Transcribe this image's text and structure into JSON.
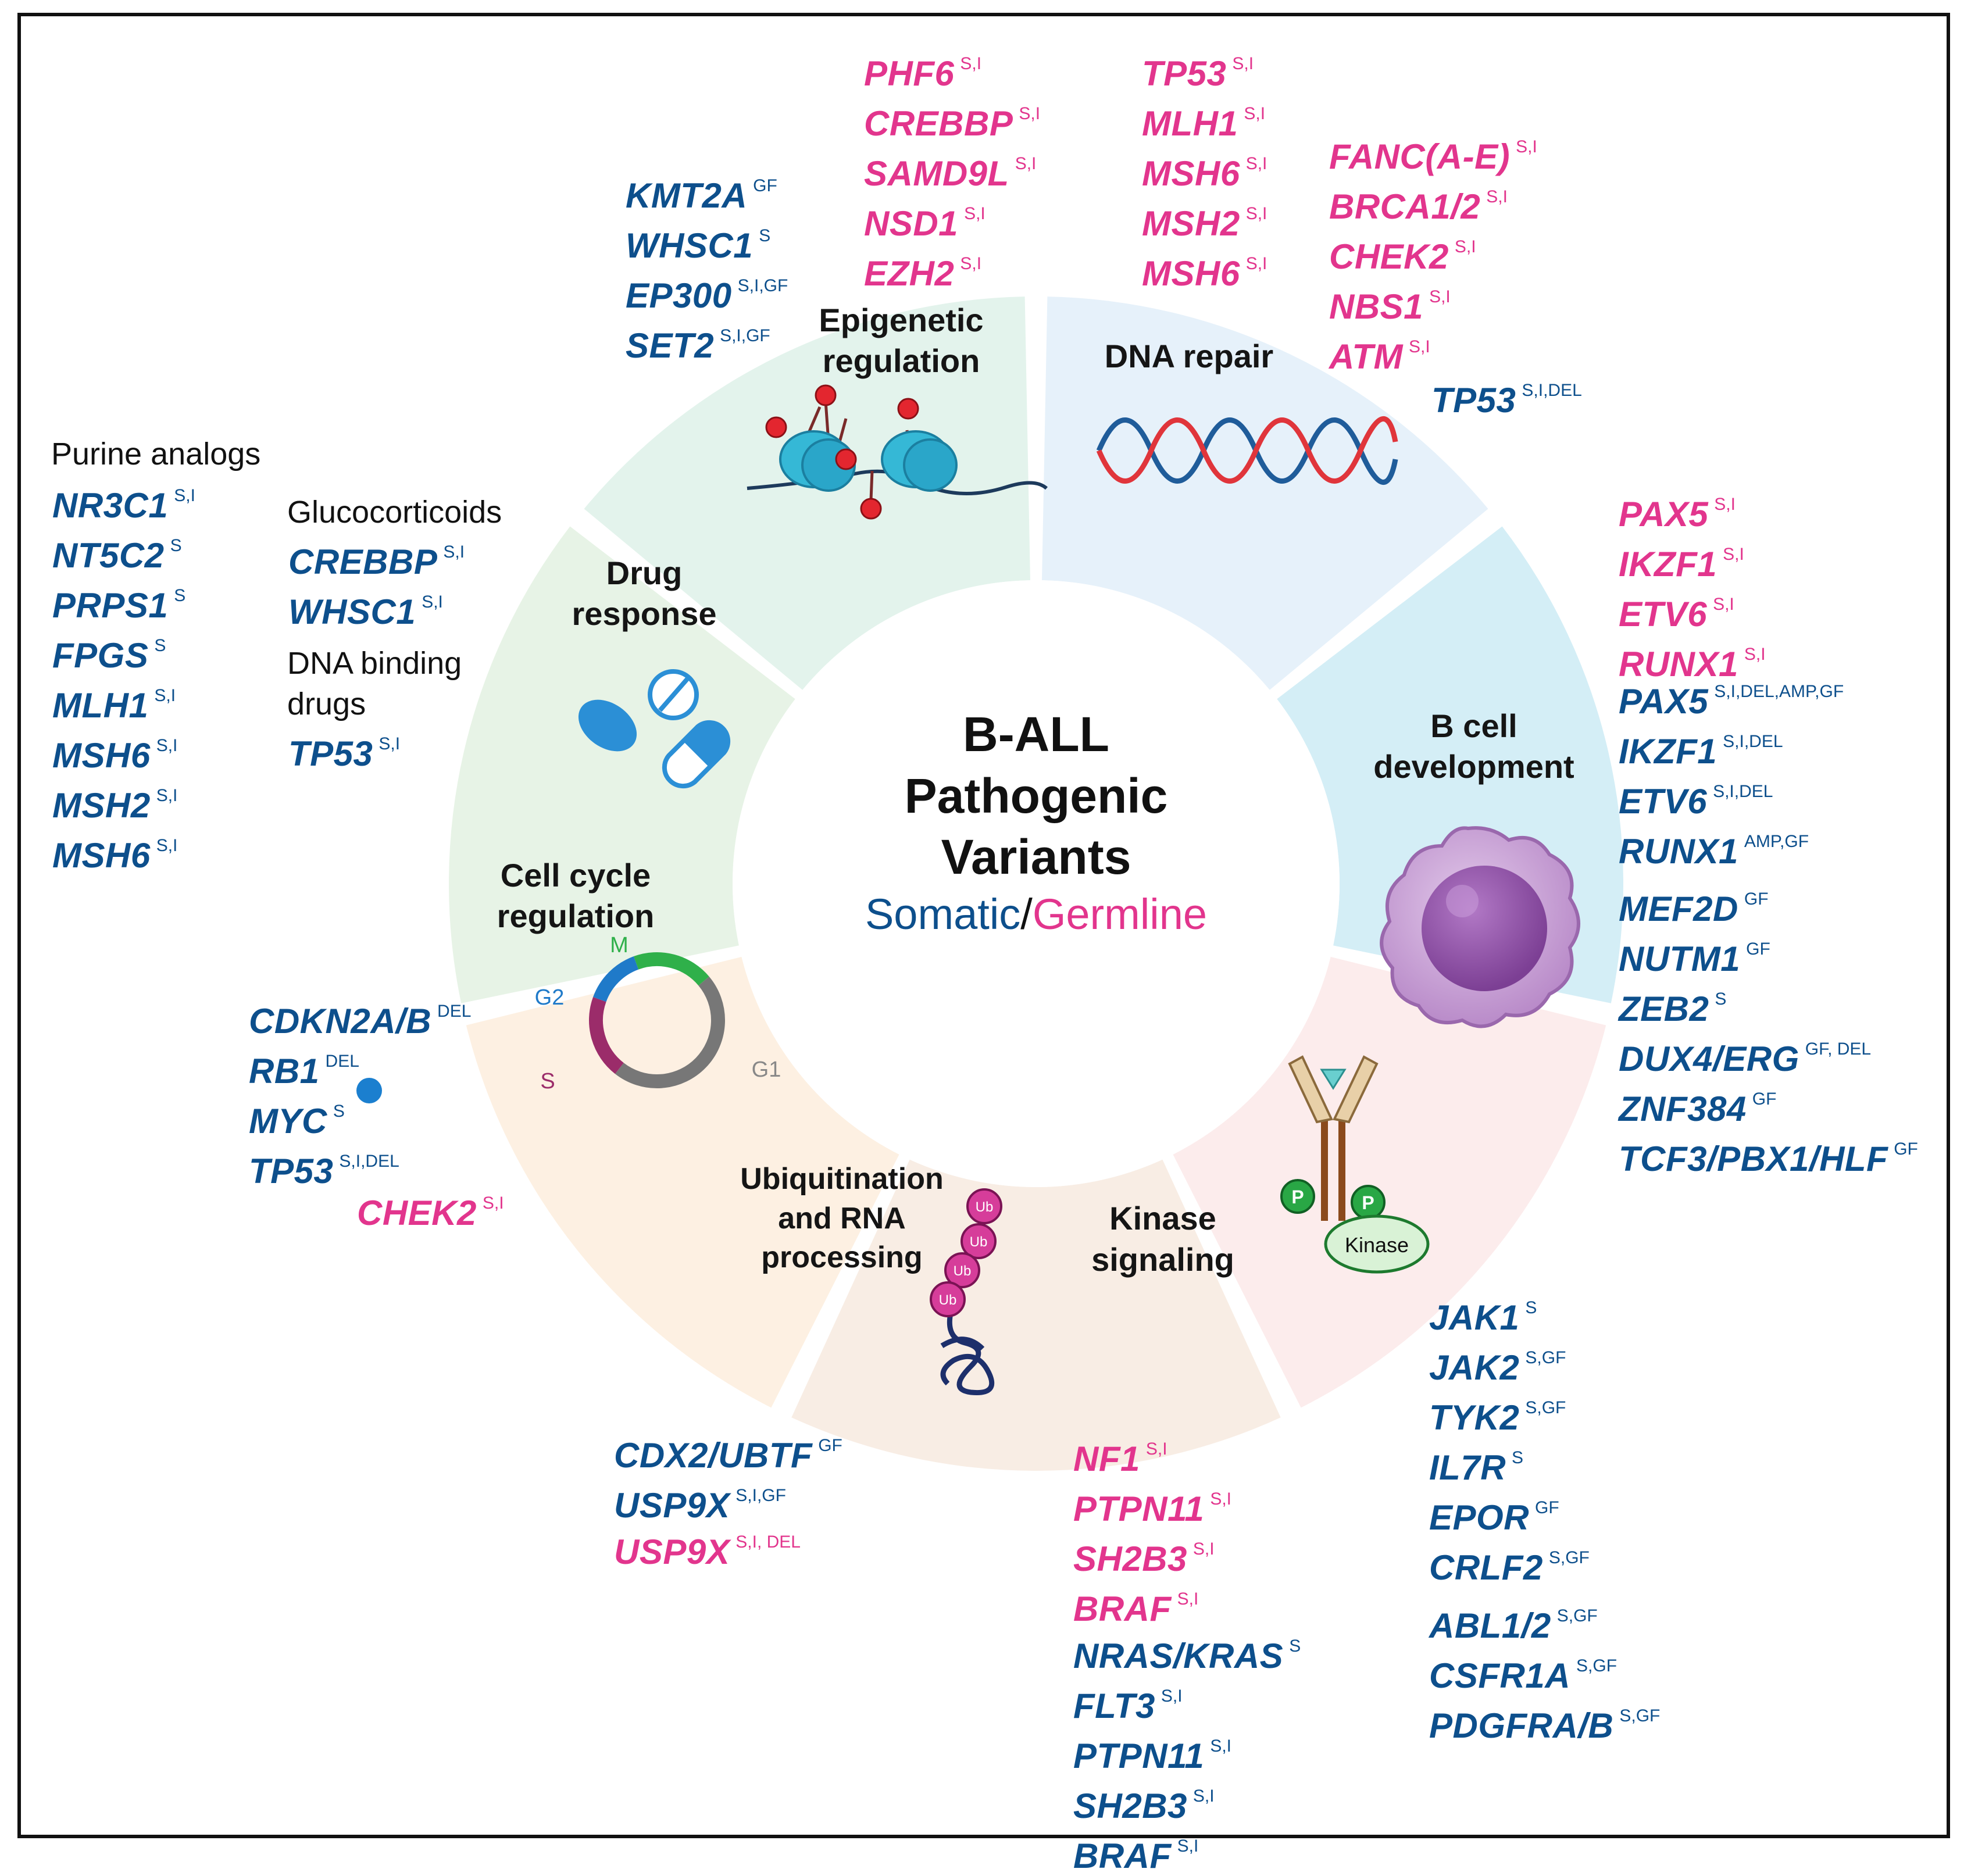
{
  "title": [
    "B-ALL",
    "Pathogenic",
    "Variants"
  ],
  "subtitle": {
    "somatic": "Somatic",
    "separator": "/",
    "germline": "Germline"
  },
  "colors": {
    "somatic": "#0d4f8c",
    "germline": "#e2358d"
  },
  "categories": {
    "epigenetic": {
      "label": [
        "Epigenetic",
        "regulation"
      ],
      "color": "#e3f3ec",
      "icon": "nucleosome-icon"
    },
    "dna_repair": {
      "label": [
        "DNA repair"
      ],
      "color": "#e6f1fa",
      "icon": "dna-helix-icon"
    },
    "b_cell": {
      "label": [
        "B cell",
        "development"
      ],
      "color": "#d4eef6",
      "icon": "b-cell-icon"
    },
    "kinase": {
      "label": [
        "Kinase",
        "signaling"
      ],
      "color": "#fcecec",
      "icon": "receptor-kinase-icon",
      "kinase_text": "Kinase",
      "p_text": "P"
    },
    "ubiquitination": {
      "label": [
        "Ubiquitination",
        "and RNA",
        "processing"
      ],
      "color": "#f8ede4",
      "icon": "ubiquitin-rna-icon",
      "ub_text": "Ub"
    },
    "cell_cycle": {
      "label": [
        "Cell cycle",
        "regulation"
      ],
      "color": "#fdf0e2",
      "icon": "cell-cycle-icon",
      "phases": [
        "M",
        "G2",
        "S",
        "G1"
      ]
    },
    "drug_response": {
      "label": [
        "Drug",
        "response"
      ],
      "color": "#e7f3e6",
      "icon": "pills-icon"
    }
  },
  "headings": {
    "purine": "Purine analogs",
    "glucocorticoids": "Glucocorticoids",
    "dna_binding": [
      "DNA binding",
      "drugs"
    ]
  },
  "gene_groups": [
    {
      "id": "purine-analogs",
      "genes": [
        {
          "name": "NR3C1",
          "sup": "S,I",
          "type": "som"
        },
        {
          "name": "NT5C2",
          "sup": "S",
          "type": "som"
        },
        {
          "name": "PRPS1",
          "sup": "S",
          "type": "som"
        },
        {
          "name": "FPGS",
          "sup": "S",
          "type": "som"
        },
        {
          "name": "MLH1",
          "sup": "S,I",
          "type": "som"
        },
        {
          "name": "MSH6",
          "sup": "S,I",
          "type": "som"
        },
        {
          "name": "MSH2",
          "sup": "S,I",
          "type": "som"
        },
        {
          "name": "MSH6",
          "sup": "S,I",
          "type": "som"
        }
      ]
    },
    {
      "id": "glucocorticoids",
      "genes": [
        {
          "name": "CREBBP",
          "sup": "S,I",
          "type": "som"
        },
        {
          "name": "WHSC1",
          "sup": "S,I",
          "type": "som"
        }
      ]
    },
    {
      "id": "dna-binding",
      "genes": [
        {
          "name": "TP53",
          "sup": "S,I",
          "type": "som"
        }
      ]
    },
    {
      "id": "epigenetic-somatic",
      "genes": [
        {
          "name": "KMT2A",
          "sup": "GF",
          "type": "som"
        },
        {
          "name": "WHSC1",
          "sup": "S",
          "type": "som"
        },
        {
          "name": "EP300",
          "sup": "S,I,GF",
          "type": "som"
        },
        {
          "name": "SET2",
          "sup": "S,I,GF",
          "type": "som"
        }
      ]
    },
    {
      "id": "epigenetic-germline",
      "genes": [
        {
          "name": "PHF6",
          "sup": "S,I",
          "type": "germ"
        },
        {
          "name": "CREBBP",
          "sup": "S,I",
          "type": "germ"
        },
        {
          "name": "SAMD9L",
          "sup": "S,I",
          "type": "germ"
        },
        {
          "name": "NSD1",
          "sup": "S,I",
          "type": "germ"
        },
        {
          "name": "EZH2",
          "sup": "S,I",
          "type": "germ"
        }
      ]
    },
    {
      "id": "dna-repair-germline-a",
      "genes": [
        {
          "name": "TP53",
          "sup": "S,I",
          "type": "germ"
        },
        {
          "name": "MLH1",
          "sup": "S,I",
          "type": "germ"
        },
        {
          "name": "MSH6",
          "sup": "S,I",
          "type": "germ"
        },
        {
          "name": "MSH2",
          "sup": "S,I",
          "type": "germ"
        },
        {
          "name": "MSH6",
          "sup": "S,I",
          "type": "germ"
        }
      ]
    },
    {
      "id": "dna-repair-germline-b",
      "genes": [
        {
          "name": "FANC(A-E)",
          "sup": "S,I",
          "type": "germ"
        },
        {
          "name": "BRCA1/2",
          "sup": "S,I",
          "type": "germ"
        },
        {
          "name": "CHEK2",
          "sup": "S,I",
          "type": "germ"
        },
        {
          "name": "NBS1",
          "sup": "S,I",
          "type": "germ"
        },
        {
          "name": "ATM",
          "sup": "S,I",
          "type": "germ"
        }
      ]
    },
    {
      "id": "dna-repair-somatic",
      "genes": [
        {
          "name": "TP53",
          "sup": "S,I,DEL",
          "type": "som"
        }
      ]
    },
    {
      "id": "b-cell-germline",
      "genes": [
        {
          "name": "PAX5",
          "sup": "S,I",
          "type": "germ"
        },
        {
          "name": "IKZF1",
          "sup": "S,I",
          "type": "germ"
        },
        {
          "name": "ETV6",
          "sup": "S,I",
          "type": "germ"
        },
        {
          "name": "RUNX1",
          "sup": "S,I",
          "type": "germ"
        }
      ]
    },
    {
      "id": "b-cell-somatic-a",
      "genes": [
        {
          "name": "PAX5",
          "sup": "S,I,DEL,AMP,GF",
          "type": "som"
        },
        {
          "name": "IKZF1",
          "sup": "S,I,DEL",
          "type": "som"
        },
        {
          "name": "ETV6",
          "sup": "S,I,DEL",
          "type": "som"
        },
        {
          "name": "RUNX1",
          "sup": "AMP,GF",
          "type": "som"
        }
      ]
    },
    {
      "id": "b-cell-somatic-b",
      "genes": [
        {
          "name": "MEF2D",
          "sup": "GF",
          "type": "som"
        },
        {
          "name": "NUTM1",
          "sup": "GF",
          "type": "som"
        },
        {
          "name": "ZEB2",
          "sup": "S",
          "type": "som"
        },
        {
          "name": "DUX4/ERG",
          "sup": "GF, DEL",
          "type": "som"
        },
        {
          "name": "ZNF384",
          "sup": "GF",
          "type": "som"
        },
        {
          "name": "TCF3/PBX1/HLF",
          "sup": "GF",
          "type": "som"
        }
      ]
    },
    {
      "id": "kinase-somatic-a",
      "genes": [
        {
          "name": "JAK1",
          "sup": "S",
          "type": "som"
        },
        {
          "name": "JAK2",
          "sup": "S,GF",
          "type": "som"
        },
        {
          "name": "TYK2",
          "sup": "S,GF",
          "type": "som"
        },
        {
          "name": "IL7R",
          "sup": "S",
          "type": "som"
        },
        {
          "name": "EPOR",
          "sup": "GF",
          "type": "som"
        },
        {
          "name": "CRLF2",
          "sup": "S,GF",
          "type": "som"
        }
      ]
    },
    {
      "id": "kinase-somatic-b",
      "genes": [
        {
          "name": "ABL1/2",
          "sup": "S,GF",
          "type": "som"
        },
        {
          "name": "CSFR1A",
          "sup": "S,GF",
          "type": "som"
        },
        {
          "name": "PDGFRA/B",
          "sup": "S,GF",
          "type": "som"
        }
      ]
    },
    {
      "id": "kinase-germline",
      "genes": [
        {
          "name": "NF1",
          "sup": "S,I",
          "type": "germ"
        },
        {
          "name": "PTPN11",
          "sup": "S,I",
          "type": "germ"
        },
        {
          "name": "SH2B3",
          "sup": "S,I",
          "type": "germ"
        },
        {
          "name": "BRAF",
          "sup": "S,I",
          "type": "germ"
        }
      ]
    },
    {
      "id": "kinase-somatic-c",
      "genes": [
        {
          "name": "NRAS/KRAS",
          "sup": "S",
          "type": "som"
        },
        {
          "name": "FLT3",
          "sup": "S,I",
          "type": "som"
        },
        {
          "name": "PTPN11",
          "sup": "S,I",
          "type": "som"
        },
        {
          "name": "SH2B3",
          "sup": "S,I",
          "type": "som"
        },
        {
          "name": "BRAF",
          "sup": "S,I",
          "type": "som"
        }
      ]
    },
    {
      "id": "ubiquitination-somatic",
      "genes": [
        {
          "name": "CDX2/UBTF",
          "sup": "GF",
          "type": "som"
        },
        {
          "name": "USP9X",
          "sup": "S,I,GF",
          "type": "som"
        }
      ]
    },
    {
      "id": "ubiquitination-germline",
      "genes": [
        {
          "name": "USP9X",
          "sup": "S,I, DEL",
          "type": "germ"
        }
      ]
    },
    {
      "id": "cell-cycle-somatic",
      "genes": [
        {
          "name": "CDKN2A/B",
          "sup": "DEL",
          "type": "som"
        },
        {
          "name": "RB1",
          "sup": "DEL",
          "type": "som"
        },
        {
          "name": "MYC",
          "sup": "S",
          "type": "som"
        },
        {
          "name": "TP53",
          "sup": "S,I,DEL",
          "type": "som"
        }
      ]
    },
    {
      "id": "cell-cycle-germline",
      "genes": [
        {
          "name": "CHEK2",
          "sup": "S,I",
          "type": "germ"
        }
      ]
    }
  ]
}
